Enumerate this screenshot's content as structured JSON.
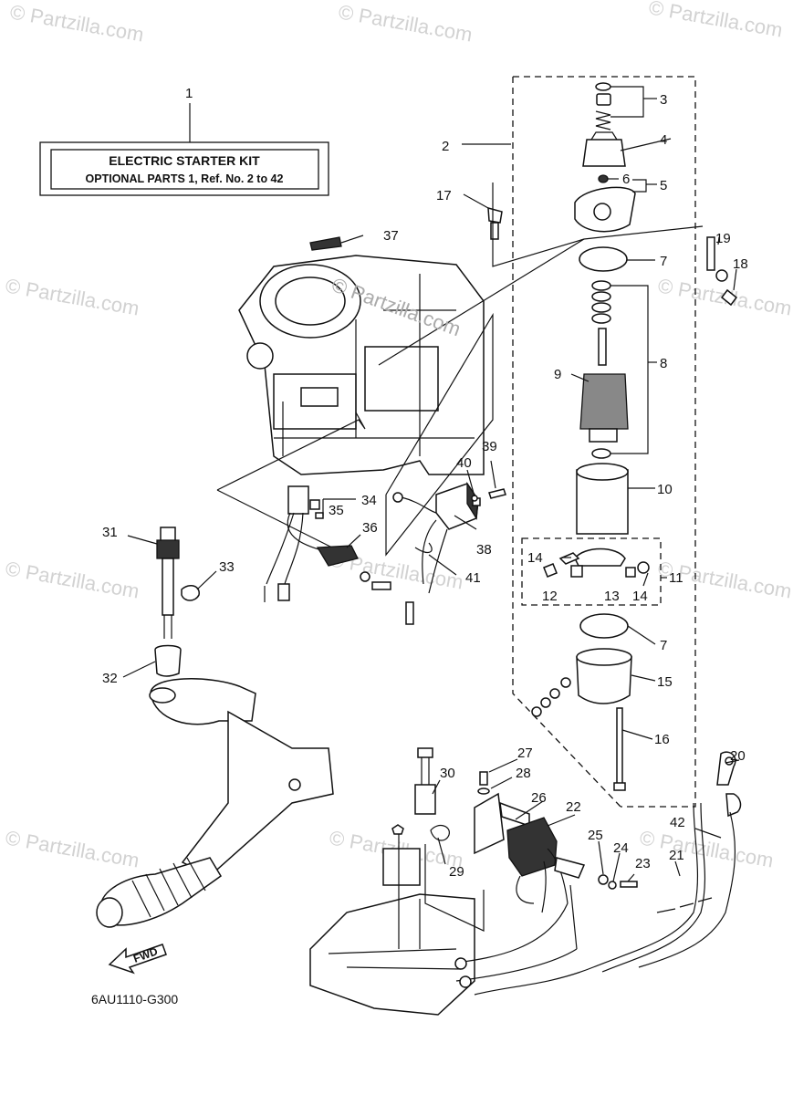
{
  "watermark": {
    "text": "© Partzilla.com",
    "center_text": "© Partzilla.com"
  },
  "kit_box": {
    "title": "ELECTRIC STARTER KIT",
    "subtitle": "OPTIONAL PARTS 1, Ref. No. 2 to 42"
  },
  "diagram_code": "6AU1110-G300",
  "fwd_label": "FWD",
  "callouts": [
    {
      "id": "c1",
      "label": "1"
    },
    {
      "id": "c2",
      "label": "2"
    },
    {
      "id": "c3",
      "label": "3"
    },
    {
      "id": "c4",
      "label": "4"
    },
    {
      "id": "c5",
      "label": "5"
    },
    {
      "id": "c6",
      "label": "6"
    },
    {
      "id": "c7a",
      "label": "7"
    },
    {
      "id": "c7b",
      "label": "7"
    },
    {
      "id": "c8",
      "label": "8"
    },
    {
      "id": "c9",
      "label": "9"
    },
    {
      "id": "c10",
      "label": "10"
    },
    {
      "id": "c11",
      "label": "11"
    },
    {
      "id": "c12",
      "label": "12"
    },
    {
      "id": "c13",
      "label": "13"
    },
    {
      "id": "c14a",
      "label": "14"
    },
    {
      "id": "c14b",
      "label": "14"
    },
    {
      "id": "c15",
      "label": "15"
    },
    {
      "id": "c16",
      "label": "16"
    },
    {
      "id": "c17",
      "label": "17"
    },
    {
      "id": "c18",
      "label": "18"
    },
    {
      "id": "c19",
      "label": "19"
    },
    {
      "id": "c20",
      "label": "20"
    },
    {
      "id": "c21",
      "label": "21"
    },
    {
      "id": "c22",
      "label": "22"
    },
    {
      "id": "c23",
      "label": "23"
    },
    {
      "id": "c24",
      "label": "24"
    },
    {
      "id": "c25",
      "label": "25"
    },
    {
      "id": "c26",
      "label": "26"
    },
    {
      "id": "c27",
      "label": "27"
    },
    {
      "id": "c28",
      "label": "28"
    },
    {
      "id": "c29",
      "label": "29"
    },
    {
      "id": "c30",
      "label": "30"
    },
    {
      "id": "c31",
      "label": "31"
    },
    {
      "id": "c32",
      "label": "32"
    },
    {
      "id": "c33",
      "label": "33"
    },
    {
      "id": "c34",
      "label": "34"
    },
    {
      "id": "c35",
      "label": "35"
    },
    {
      "id": "c36",
      "label": "36"
    },
    {
      "id": "c37",
      "label": "37"
    },
    {
      "id": "c38",
      "label": "38"
    },
    {
      "id": "c39",
      "label": "39"
    },
    {
      "id": "c40",
      "label": "40"
    },
    {
      "id": "c41",
      "label": "41"
    },
    {
      "id": "c42",
      "label": "42"
    }
  ]
}
